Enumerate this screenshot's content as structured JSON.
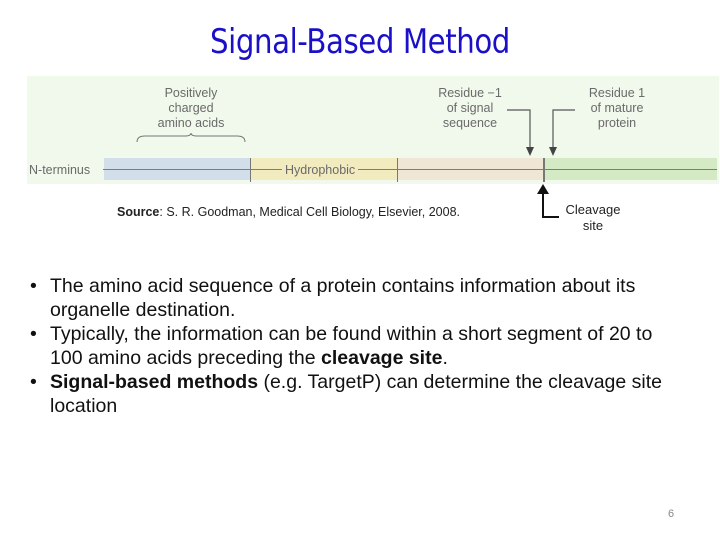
{
  "slide": {
    "title": "Signal-Based Method",
    "page_number": "6"
  },
  "figure": {
    "labels": {
      "positively_charged": "Positively charged amino acids",
      "residue_minus1_l1": "Residue −1",
      "residue_minus1_l2": "of signal",
      "residue_minus1_l3": "sequence",
      "residue1_l1": "Residue 1",
      "residue1_l2": "of mature",
      "residue1_l3": "protein",
      "pos_l1": "Positively",
      "pos_l2": "charged",
      "pos_l3": "amino acids",
      "n_terminus": "N-terminus",
      "hydrophobic": "Hydrophobic"
    },
    "segments": [
      {
        "name": "positively-charged",
        "color": "#d2dfea"
      },
      {
        "name": "hydrophobic",
        "color": "#f2ebc0"
      },
      {
        "name": "polar",
        "color": "#efe6d6"
      },
      {
        "name": "mature-protein",
        "color": "#d3eac4"
      }
    ],
    "background_color": "#f1f9ec"
  },
  "source": {
    "label": "Source",
    "text": ": S. R. Goodman, Medical Cell Biology, Elsevier, 2008."
  },
  "cleavage": {
    "line1": "Cleavage",
    "line2": "site"
  },
  "bullets": [
    {
      "parts": [
        {
          "text": "The amino acid sequence of a protein contains information about its organelle destination.",
          "bold": false
        }
      ]
    },
    {
      "parts": [
        {
          "text": "Typically, the information can be found within a short segment of 20 to 100 amino acids preceding the ",
          "bold": false
        },
        {
          "text": "cleavage site",
          "bold": true
        },
        {
          "text": ".",
          "bold": false
        }
      ]
    },
    {
      "parts": [
        {
          "text": "Signal-based methods",
          "bold": true
        },
        {
          "text": " (e.g. TargetP) can determine the cleavage site location",
          "bold": false
        }
      ]
    }
  ],
  "bullet_glyph": "•",
  "colors": {
    "title": "#1a10c8",
    "text": "#111111"
  }
}
